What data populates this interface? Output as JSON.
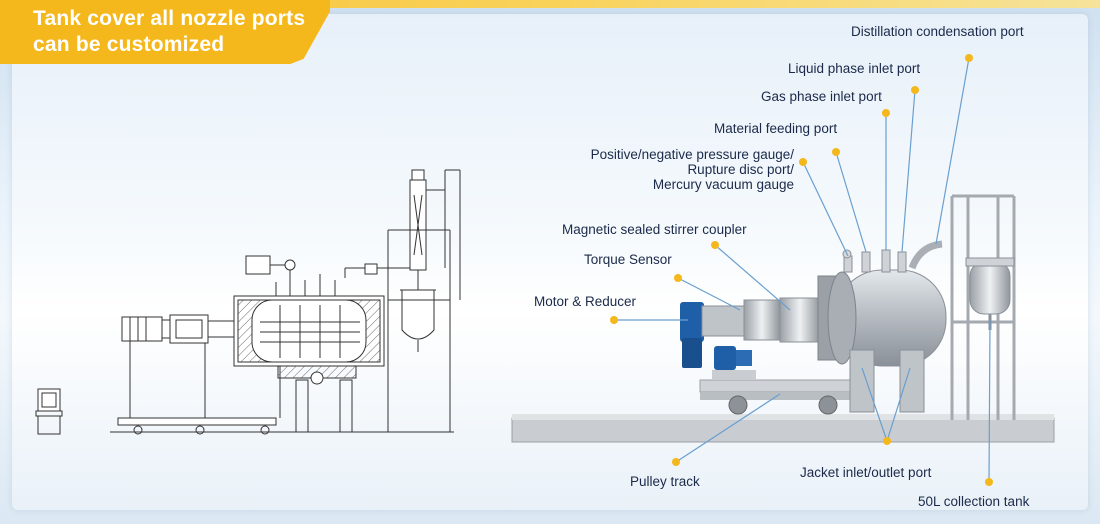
{
  "title": {
    "line1": "Tank cover all nozzle ports",
    "line2": "can be customized"
  },
  "labels": {
    "distillation_condensation_port": "Distillation condensation port",
    "liquid_phase_inlet_port": "Liquid phase inlet port",
    "gas_phase_inlet_port": "Gas phase inlet port",
    "material_feeding_port": "Material feeding port",
    "pressure_gauge_line1": "Positive/negative pressure gauge/",
    "pressure_gauge_line2": "Rupture disc port/",
    "pressure_gauge_line3": "Mercury vacuum gauge",
    "magnetic_coupler": "Magnetic sealed stirrer coupler",
    "torque_sensor": "Torque Sensor",
    "motor_reducer": "Motor & Reducer",
    "pulley_track": "Pulley track",
    "jacket_port": "Jacket inlet/outlet port",
    "collection_tank": "50L collection tank"
  },
  "colors": {
    "accent": "#f5b81c",
    "leader_line": "#6a9fd0",
    "dot": "#f5b81c",
    "label_text": "#1b2a4a",
    "motor_blue": "#1f5fa8"
  }
}
